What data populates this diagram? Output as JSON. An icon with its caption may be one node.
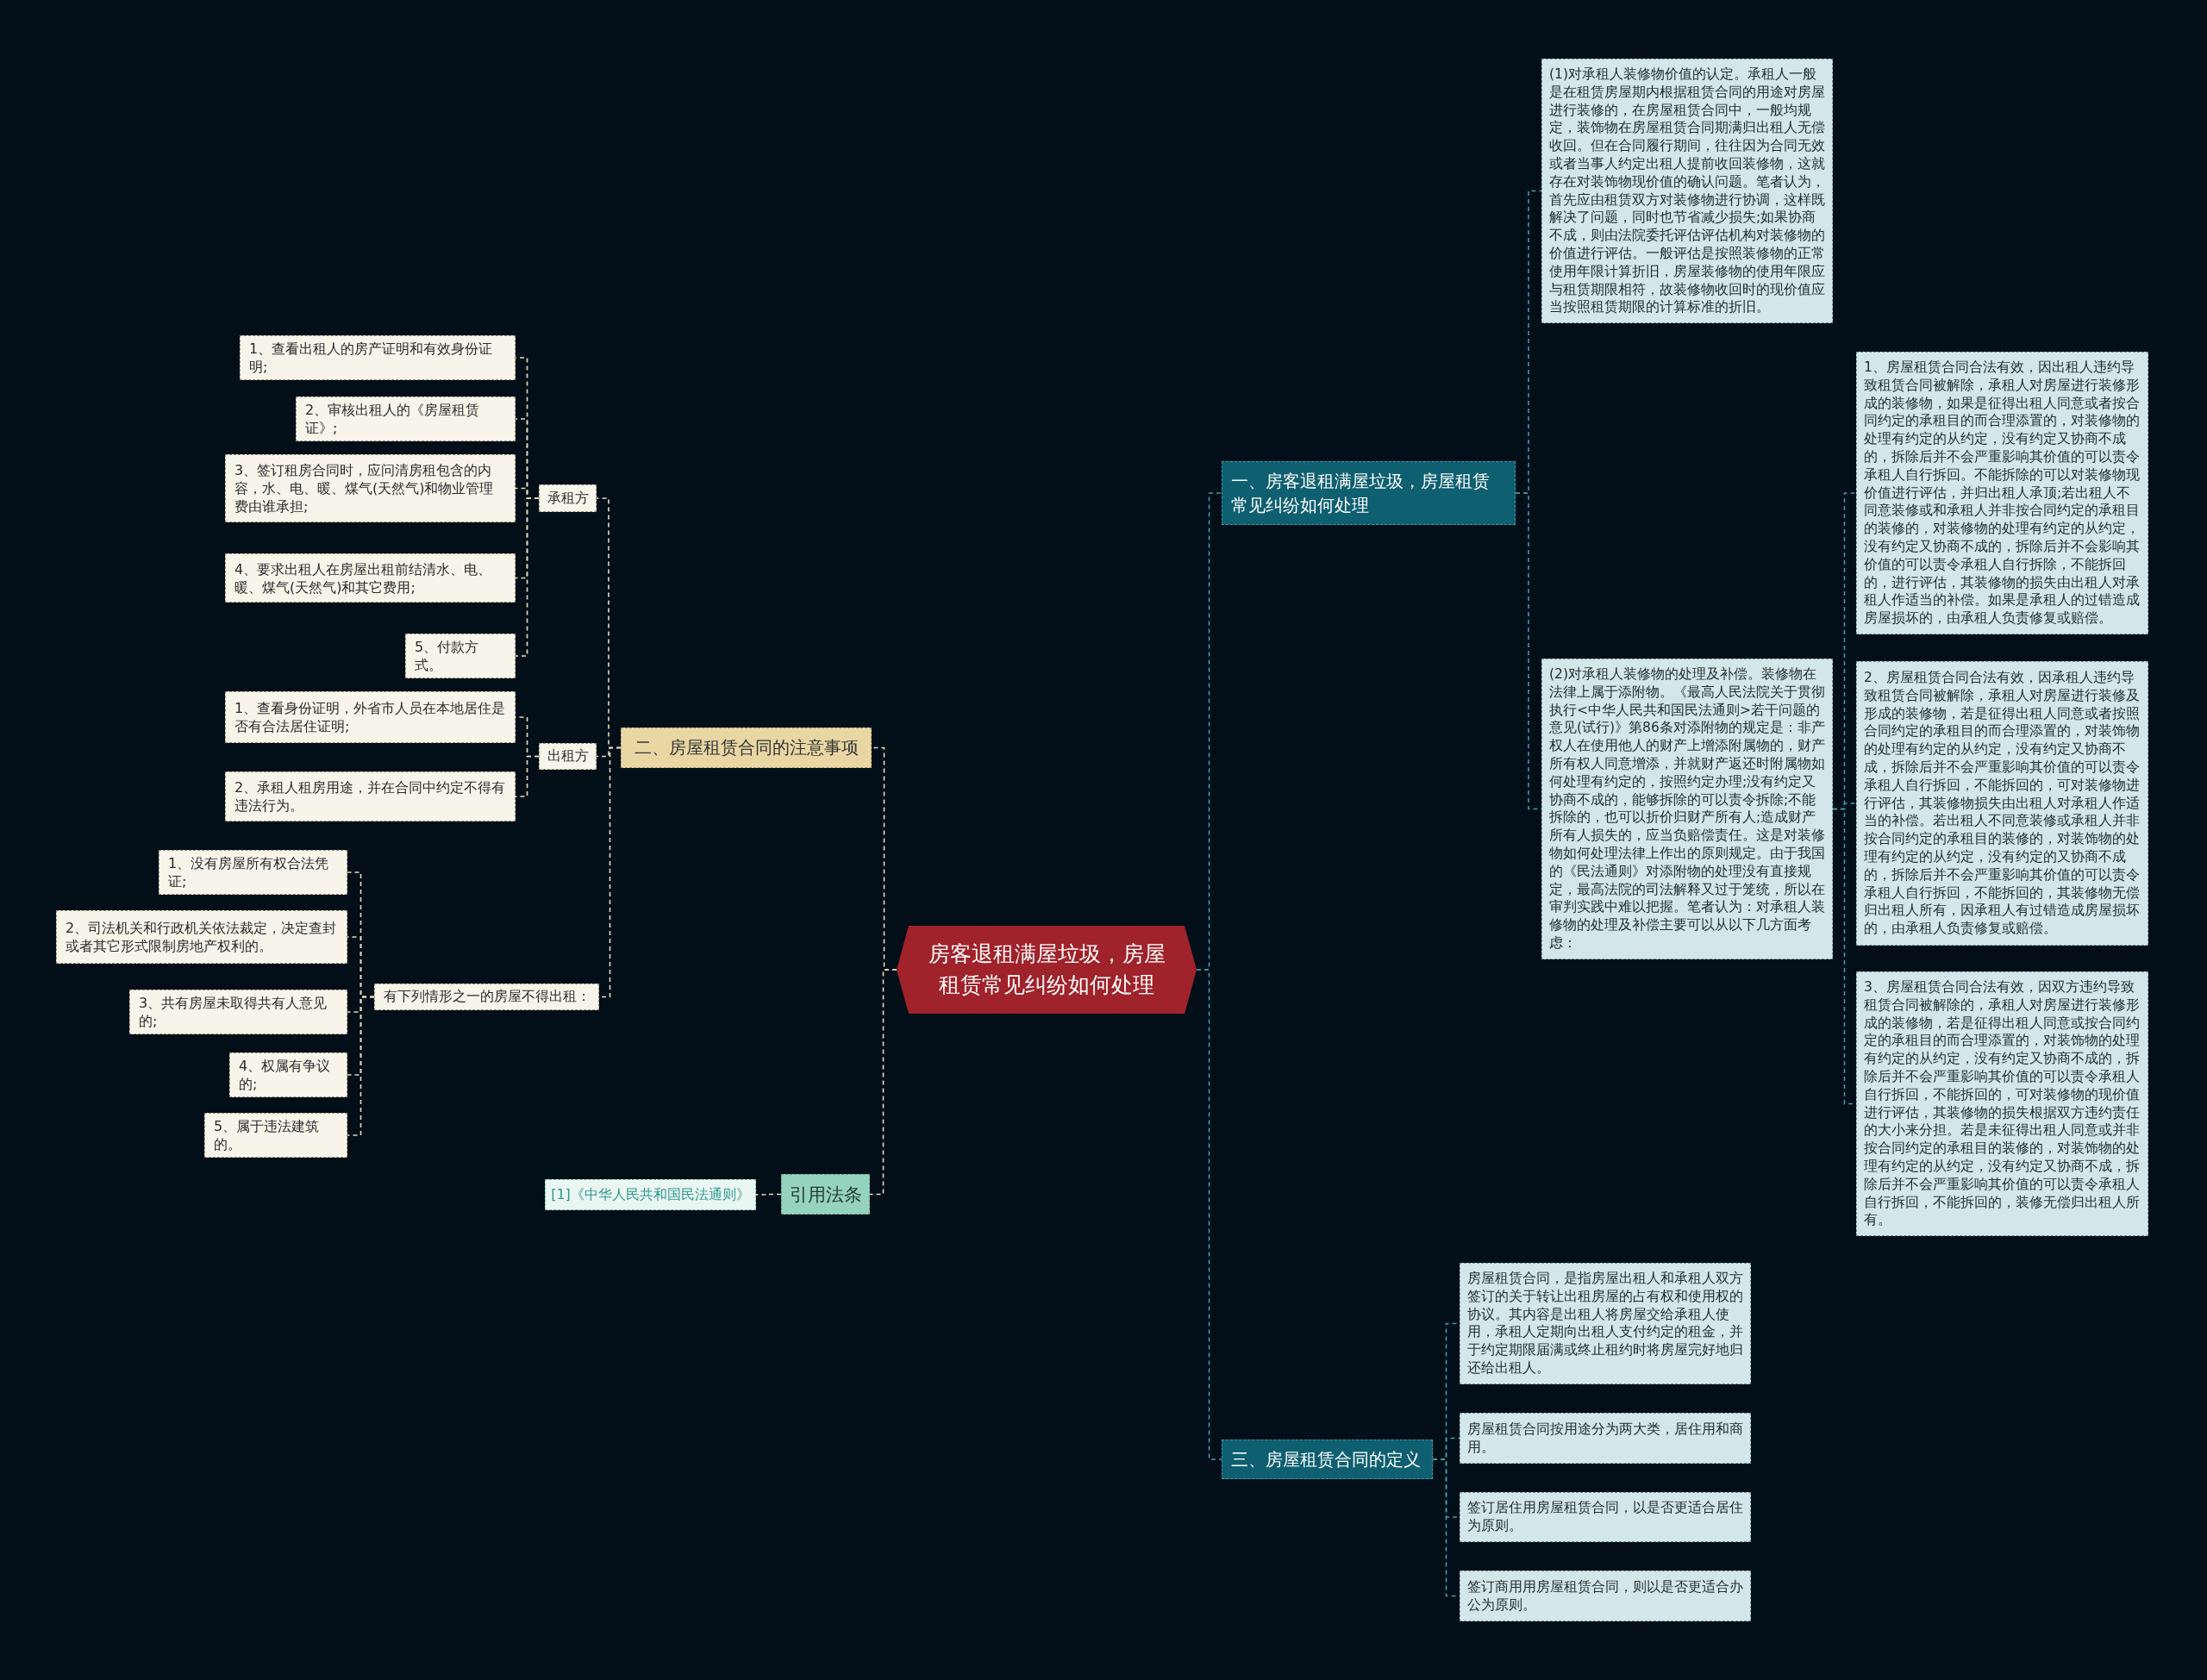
{
  "diagram": {
    "nodes": [
      {
        "text": [
          "房客退租满屋垃圾，房屋租赁常见纠纷如何处理"
        ]
      },
      {
        "text": [
          "一、房客退租满屋垃圾，房屋租赁常见纠纷如何处理"
        ]
      },
      {
        "text": [
          "(1)对承租人装修物价值的认定。承租人一般是在租赁房屋期内根据租赁合同的用途对房屋进行装修的，在房屋租赁合同中，一般均规定，装饰物在房屋租赁合同期满归出租人无偿收回。但在合同履行期间，往往因为合同无效或者当事人约定出租人提前收回装修物，这就存在对装饰物现价值的确认问题。笔者认为，首先应由租赁双方对装修物进行协调，这样既解决了问题，同时也节省减少损失;如果协商不成，则由法院委托评估评估机构对装修物的价值进行评估。一般评估是按照装修物的正常使用年限计算折旧，房屋装修物的使用年限应与租赁期限相符，故装修物收回时的现价值应当按照租赁期限的计算标准的折旧。"
        ]
      },
      {
        "text": [
          "(2)对承租人装修物的处理及补偿。装修物在法律上属于添附物。《最高人民法院关于贯彻执行<中华人民共和国民法通则>若干问题的意见(试行)》第86条对添附物的规定是：非产权人在使用他人的财产上增添附属物的，财产所有权人同意增添，并就财产返还时附属物如何处理有约定的，按照约定办理;没有约定又协商不成的，能够拆除的可以责令拆除;不能拆除的，也可以折价归财产所有人;造成财产所有人损失的，应当负赔偿责任。这是对装修物如何处理法律上作出的原则规定。由于我国的《民法通则》对添附物的处理没有直接规定，最高法院的司法解释又过于笼统，所以在审判实践中难以把握。笔者认为：对承租人装修物的处理及补偿主要可以从以下几方面考虑："
        ]
      },
      {
        "text": [
          "1、房屋租赁合同合法有效，因出租人违约导致租赁合同被解除，承租人对房屋进行装修形成的装修物，如果是征得出租人同意或者按合同约定的承租目的而合理添置的，对装修物的处理有约定的从约定，没有约定又协商不成的，拆除后并不会严重影响其价值的可以责令承租人自行拆回。不能拆除的可以对装修物现价值进行评估，并归出租人承顶;若出租人不同意装修或和承租人并非按合同约定的承租目的装修的，对装修物的处理有约定的从约定，没有约定又协商不成的，拆除后并不会影响其价值的可以责令承租人自行拆除，不能拆回的，进行评估，其装修物的损失由出租人对承租人作适当的补偿。如果是承租人的过错造成房屋损坏的，由承租人负责修复或赔偿。"
        ]
      },
      {
        "text": [
          "2、房屋租赁合同合法有效，因承租人违约导致租赁合同被解除，承租人对房屋进行装修及形成的装修物，若是征得出租人同意或者按照合同约定的承租目的而合理添置的，对装饰物的处理有约定的从约定，没有约定又协商不成，拆除后并不会严重影响其价值的可以责令承租人自行拆回，不能拆回的，可对装修物进行评估，其装修物损失由出租人对承租人作适当的补偿。若出租人不同意装修或承租人并非按合同约定的承租目的装修的，对装饰物的处理有约定的从约定，没有约定的又协商不成的，拆除后并不会严重影响其价值的可以责令承租人自行拆回，不能拆回的，其装修物无偿归出租人所有，因承租人有过错造成房屋损坏的，由承租人负责修复或赔偿。"
        ]
      },
      {
        "text": [
          "3、房屋租赁合同合法有效，因双方违约导致租赁合同被解除的，承租人对房屋进行装修形成的装修物，若是征得出租人同意或按合同约定的承租目的而合理添置的，对装饰物的处理有约定的从约定，没有约定又协商不成的，拆除后并不会严重影响其价值的可以责令承租人自行拆回，不能拆回的，可对装修物的现价值进行评估，其装修物的损失根据双方违约责任的大小来分担。若是未征得出租人同意或并非按合同约定的承租目的装修的，对装饰物的处理有约定的从约定，没有约定又协商不成，拆除后并不会严重影响其价值的可以责令承租人自行拆回，不能拆回的，装修无偿归出租人所有。"
        ]
      },
      {
        "text": [
          "二、房屋租赁合同的注意事项"
        ]
      },
      {
        "text": [
          "承租方"
        ]
      },
      {
        "text": [
          "1、查看出租人的房产证明和有效身份证明;"
        ]
      },
      {
        "text": [
          "2、审核出租人的《房屋租赁证》;"
        ]
      },
      {
        "text": [
          "3、签订租房合同时，应问清房租包含的内容，水、电、暖、煤气(天然气)和物业管理费由谁承担;"
        ]
      },
      {
        "text": [
          "4、要求出租人在房屋出租前结清水、电、暖、煤气(天然气)和其它费用;"
        ]
      },
      {
        "text": [
          "5、付款方式。"
        ]
      },
      {
        "text": [
          "出租方"
        ]
      },
      {
        "text": [
          "1、查看身份证明，外省市人员在本地居住是否有合法居住证明;"
        ]
      },
      {
        "text": [
          "2、承租人租房用途，并在合同中约定不得有违法行为。"
        ]
      },
      {
        "text": [
          "有下列情形之一的房屋不得出租："
        ]
      },
      {
        "text": [
          "1、没有房屋所有权合法凭证;"
        ]
      },
      {
        "text": [
          "2、司法机关和行政机关依法裁定，决定查封或者其它形式限制房地产权利的。"
        ]
      },
      {
        "text": [
          "3、共有房屋未取得共有人意见的;"
        ]
      },
      {
        "text": [
          "4、权属有争议的;"
        ]
      },
      {
        "text": [
          "5、属于违法建筑的。"
        ]
      },
      {
        "text": [
          "引用法条"
        ]
      },
      {
        "text": [
          "[1]《中华人民共和国民法通则》"
        ]
      },
      {
        "text": [
          "三、房屋租赁合同的定义"
        ]
      },
      {
        "text": [
          "房屋租赁合同，是指房屋出租人和承租人双方签订的关于转让出租房屋的占有权和使用权的协议。其内容是出租人将房屋交给承租人使用，承租人定期向出租人支付约定的租金，并于约定期限届满或终止租约时将房屋完好地归还给出租人。"
        ]
      },
      {
        "text": [
          "房屋租赁合同按用途分为两大类，居住用和商用。"
        ]
      },
      {
        "text": [
          "签订居住用房屋租赁合同，以是否更适合居住为原则。"
        ]
      },
      {
        "text": [
          "签订商用用房屋租赁合同，则以是否更适合办公为原则。"
        ]
      }
    ],
    "edges": [
      {
        "from": 0,
        "to": 1,
        "arrow": "none",
        "color": "#3a9aa6"
      },
      {
        "from": 1,
        "to": 2,
        "arrow": "none",
        "color": "#3a9aa6"
      },
      {
        "from": 1,
        "to": 3,
        "arrow": "none",
        "color": "#3a9aa6"
      },
      {
        "from": 3,
        "to": 4,
        "arrow": "none",
        "color": "#3a9aa6"
      },
      {
        "from": 3,
        "to": 5,
        "arrow": "none",
        "color": "#3a9aa6"
      },
      {
        "from": 3,
        "to": 6,
        "arrow": "none",
        "color": "#3a9aa6"
      },
      {
        "from": 0,
        "to": 7,
        "arrow": "none"
      },
      {
        "from": 7,
        "to": 8,
        "arrow": "none"
      },
      {
        "from": 8,
        "to": 9,
        "arrow": "none"
      },
      {
        "from": 8,
        "to": 10,
        "arrow": "none"
      },
      {
        "from": 8,
        "to": 11,
        "arrow": "none"
      },
      {
        "from": 8,
        "to": 12,
        "arrow": "none"
      },
      {
        "from": 8,
        "to": 13,
        "arrow": "none"
      },
      {
        "from": 7,
        "to": 14,
        "arrow": "none"
      },
      {
        "from": 14,
        "to": 15,
        "arrow": "none"
      },
      {
        "from": 14,
        "to": 16,
        "arrow": "none"
      },
      {
        "from": 7,
        "to": 17,
        "arrow": "none"
      },
      {
        "from": 17,
        "to": 18,
        "arrow": "none"
      },
      {
        "from": 17,
        "to": 19,
        "arrow": "none"
      },
      {
        "from": 17,
        "to": 20,
        "arrow": "none"
      },
      {
        "from": 17,
        "to": 21,
        "arrow": "none"
      },
      {
        "from": 17,
        "to": 22,
        "arrow": "none"
      },
      {
        "from": 0,
        "to": 23,
        "arrow": "none"
      },
      {
        "from": 23,
        "to": 24,
        "arrow": "none"
      },
      {
        "from": 0,
        "to": 25,
        "arrow": "none",
        "color": "#3a9aa6"
      },
      {
        "from": 25,
        "to": 26,
        "arrow": "none",
        "color": "#3a9aa6"
      },
      {
        "from": 25,
        "to": 27,
        "arrow": "none",
        "color": "#3a9aa6"
      },
      {
        "from": 25,
        "to": 28,
        "arrow": "none",
        "color": "#3a9aa6"
      },
      {
        "from": 25,
        "to": 29,
        "arrow": "none",
        "color": "#3a9aa6"
      }
    ]
  }
}
